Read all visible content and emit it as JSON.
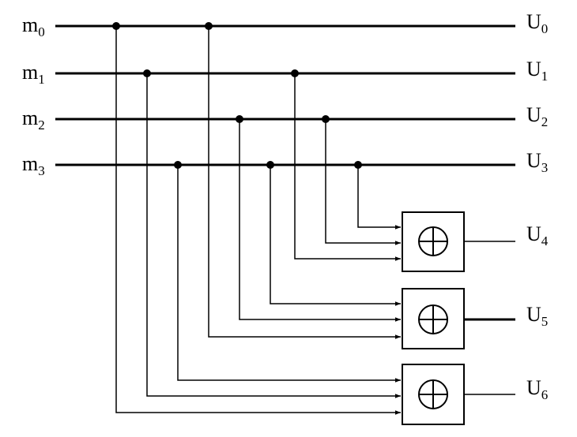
{
  "diagram": {
    "inputs": [
      {
        "base": "m",
        "sub": "0"
      },
      {
        "base": "m",
        "sub": "1"
      },
      {
        "base": "m",
        "sub": "2"
      },
      {
        "base": "m",
        "sub": "3"
      }
    ],
    "outputs": [
      {
        "base": "U",
        "sub": "0"
      },
      {
        "base": "U",
        "sub": "1"
      },
      {
        "base": "U",
        "sub": "2"
      },
      {
        "base": "U",
        "sub": "3"
      },
      {
        "base": "U",
        "sub": "4"
      },
      {
        "base": "U",
        "sub": "5"
      },
      {
        "base": "U",
        "sub": "6"
      }
    ],
    "xor_gates": [
      {
        "output": "U4",
        "inputs": [
          "m3",
          "m2",
          "m1"
        ]
      },
      {
        "output": "U5",
        "inputs": [
          "m3",
          "m2",
          "m0"
        ]
      },
      {
        "output": "U6",
        "inputs": [
          "m3",
          "m1",
          "m0"
        ]
      }
    ]
  }
}
